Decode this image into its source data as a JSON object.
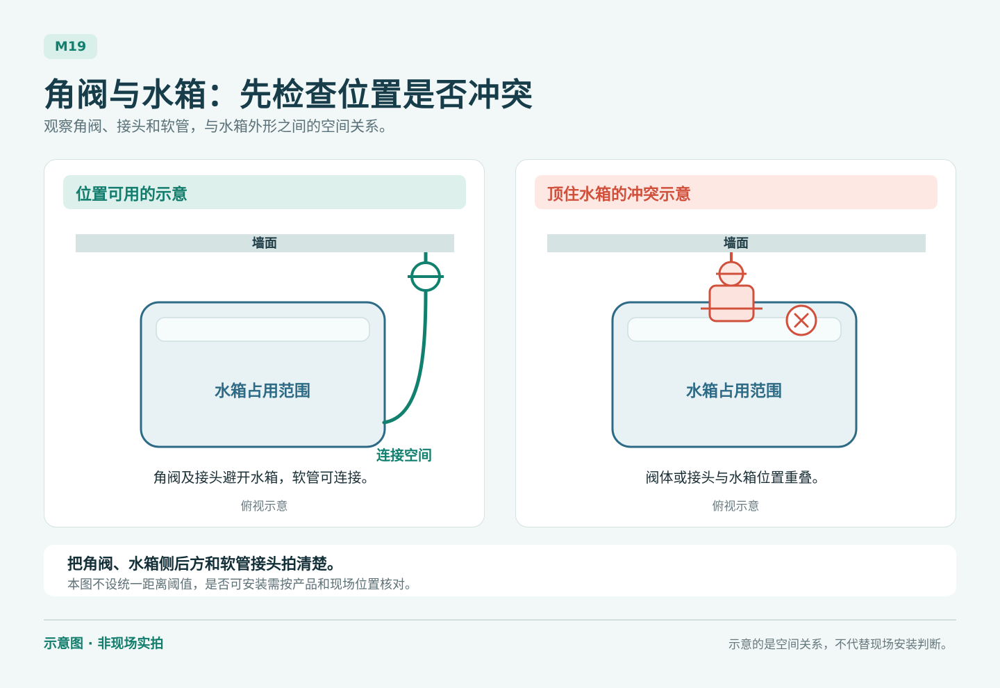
{
  "badge": "M19",
  "title": "角阀与水箱：先检查位置是否冲突",
  "subtitle": "观察角阀、接头和软管，与水箱外形之间的空间关系。",
  "panels": {
    "ok": {
      "heading": "位置可用的示意",
      "wall_label": "墙面",
      "tank_label": "水箱占用范围",
      "space_label": "连接空间",
      "caption": "角阀及接头避开水箱，软管可连接。",
      "note": "俯视示意"
    },
    "conflict": {
      "heading": "顶住水箱的冲突示意",
      "wall_label": "墙面",
      "tank_label": "水箱占用范围",
      "caption": "阀体或接头与水箱位置重叠。",
      "note": "俯视示意"
    }
  },
  "tip": {
    "title": "把角阀、水箱侧后方和软管接头拍清楚。",
    "text": "本图不设统一距离阈值，是否可安装需按产品和现场位置核对。"
  },
  "footer": {
    "left": "示意图 · 非现场实拍",
    "right": "示意的是空间关系，不代替现场安装判断。"
  },
  "colors": {
    "ok_accent": "#12806f",
    "conflict_accent": "#d0503c",
    "tank_stroke": "#2d6a86",
    "tank_fill": "#e8f1f3",
    "wall_fill": "#d6e3e3"
  },
  "icons": {
    "valve_ok": "valve-icon",
    "valve_conflict": "valve-icon",
    "conflict_mark": "x-circle-icon"
  }
}
